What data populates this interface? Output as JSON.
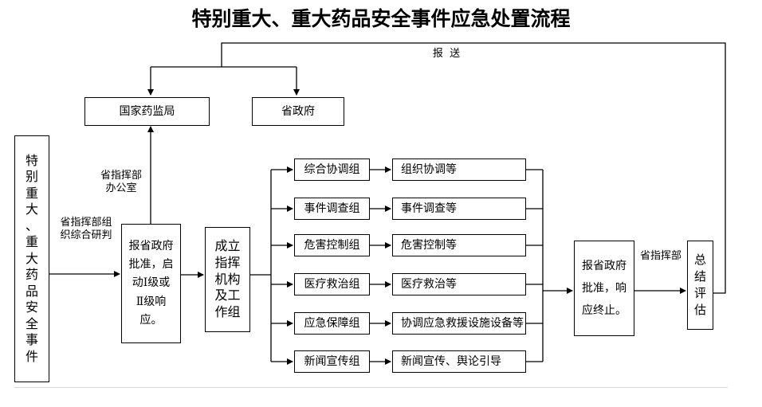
{
  "title": "特别重大、重大药品安全事件应急处置流程",
  "nodes": {
    "event": "特\n别\n重\n大\n、\n重\n大\n药\n品\n安\n全\n事\n件",
    "national_agency": "国家药监局",
    "provincial_gov": "省政府",
    "approve_start": "报省政府\n批准，启\n动Ⅰ级或\nⅡ级响\n应。",
    "establish": "成立\n指挥\n机构\n及工\n作组",
    "approve_end": "报省政府\n批准，响\n应终止。",
    "summary": "总\n结\n评\n估"
  },
  "groups": [
    {
      "name": "综合协调组",
      "task": "组织协调等"
    },
    {
      "name": "事件调查组",
      "task": "事件调查等"
    },
    {
      "name": "危害控制组",
      "task": "危害控制等"
    },
    {
      "name": "医疗救治组",
      "task": "医疗救治等"
    },
    {
      "name": "应急保障组",
      "task": "协调应急救援设施设备等"
    },
    {
      "name": "新闻宣传组",
      "task": "新闻宣传、舆论引导"
    }
  ],
  "labels": {
    "report": "报  送",
    "office": "省指挥部\n办公室",
    "research": "省指挥部组\n织综合研判",
    "hq": "省指挥部"
  }
}
